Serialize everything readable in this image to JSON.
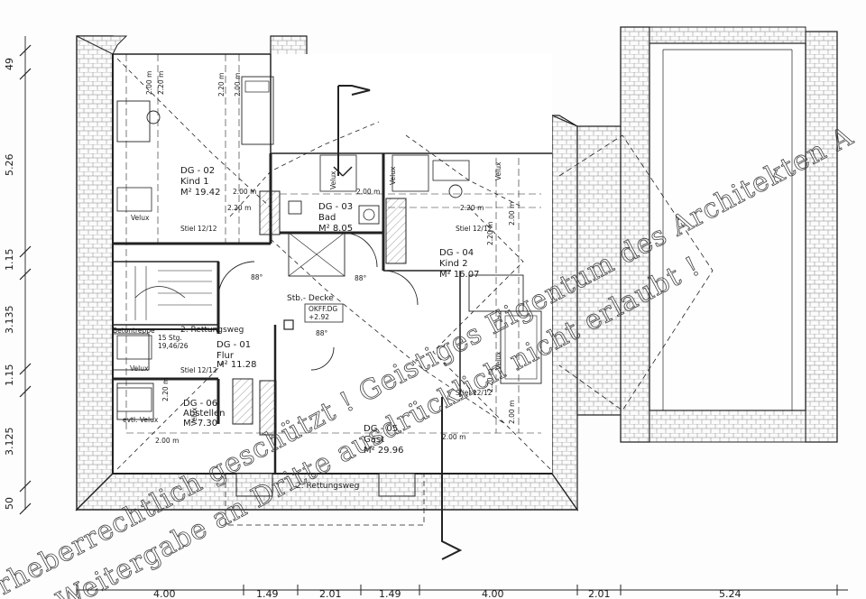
{
  "rooms": [
    {
      "id": "kind1",
      "code": "DG - 02",
      "name": "Kind 1",
      "area": "M² 19.42"
    },
    {
      "id": "bad",
      "code": "DG - 03",
      "name": "Bad",
      "area": "M² 8.05"
    },
    {
      "id": "kind2",
      "code": "DG - 04",
      "name": "Kind 2",
      "area": "M² 16.07"
    },
    {
      "id": "flur",
      "code": "DG - 01",
      "name": "Flur",
      "area": "M² 11.28"
    },
    {
      "id": "abstellen",
      "code": "DG - 06",
      "name": "Abstellen",
      "area": "M² 7.30"
    },
    {
      "id": "gast",
      "code": "DG - 05",
      "name": "Gast",
      "area": "M² 29.96"
    }
  ],
  "labels": {
    "velux": "Velux",
    "velux_optional": "evtl. Velux",
    "stiel": "Stiel 12/12",
    "rettungsweg_1": "2. Rettungsweg",
    "rettungsweg_2": "2. Rettungsweg",
    "stb_decke": "Stb.- Decke",
    "okff": "OKFF.DG",
    "okff_value": "+2.92",
    "betontreppe": "Betontreppe",
    "stairs_count": "15 Stg.",
    "stairs_ratio": "19,46/26",
    "angle": "88°",
    "h200": "2.00 m",
    "h220": "2.20 m"
  },
  "dimensions": {
    "left": [
      "49",
      "5.26",
      "1.15",
      "3.135",
      "1.15",
      "3.125",
      "50"
    ],
    "bottom": [
      "4.00",
      "1.49",
      "2.01",
      "1.49",
      "4.00",
      "2.01",
      "5.24"
    ]
  },
  "watermark": {
    "line1": "Urheberrechtlich geschützt ! Geistiges Eigentum des Architekten A",
    "line2": "Weitergabe an Dritte ausdrücklich nicht erlaubt !"
  }
}
